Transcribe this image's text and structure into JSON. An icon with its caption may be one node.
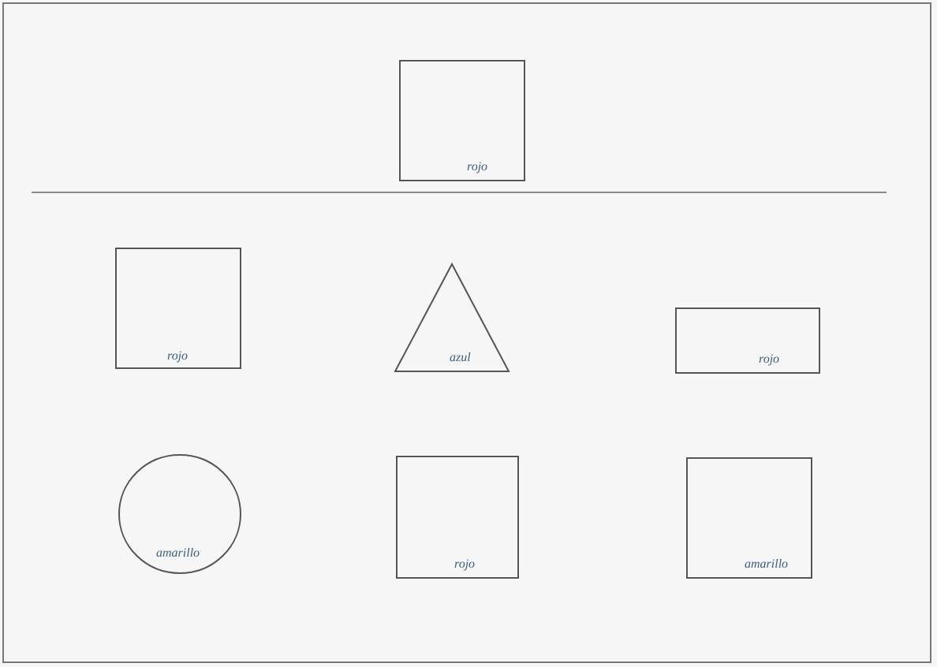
{
  "diagram": {
    "nodes": [
      {
        "text": [
          "rojo"
        ]
      },
      {
        "text": [
          "rojo"
        ]
      },
      {
        "text": [
          "azul"
        ]
      },
      {
        "text": [
          "rojo"
        ]
      },
      {
        "text": [
          "amarillo"
        ]
      },
      {
        "text": [
          "rojo"
        ]
      },
      {
        "text": [
          "amarillo"
        ]
      }
    ],
    "edges": []
  }
}
